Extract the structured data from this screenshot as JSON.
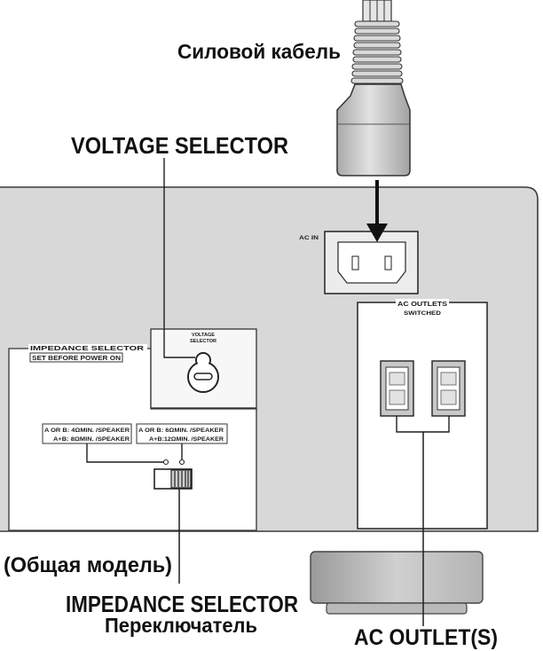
{
  "callouts": {
    "power_cable": "Силовой кабель",
    "voltage_selector": "VOLTAGE SELECTOR",
    "model_note": "(Общая модель)",
    "impedance_selector": "IMPEDANCE SELECTOR",
    "impedance_selector_ru": "Переключатель",
    "ac_outlets": "AC OUTLET(S)"
  },
  "panel": {
    "ac_in": "AC IN",
    "ac_outlets": {
      "title": "AC OUTLETS",
      "subtitle": "SWITCHED"
    },
    "voltage_selector": {
      "line1": "VOLTAGE",
      "line2": "SELECTOR"
    },
    "impedance_selector": {
      "title": "IMPEDANCE SELECTOR",
      "warning": "SET BEFORE POWER ON",
      "options": [
        {
          "line1": "A OR B: 4ΩMIN. /SPEAKER",
          "line2": "A+B: 8ΩMIN. /SPEAKER"
        },
        {
          "line1": "A OR B: 6ΩMIN. /SPEAKER",
          "line2": "A+B:12ΩMIN. /SPEAKER"
        }
      ]
    }
  },
  "colors": {
    "panel": "#d8d8d8",
    "ink": "#1a1a1a",
    "metal": "#c6c6c6"
  }
}
